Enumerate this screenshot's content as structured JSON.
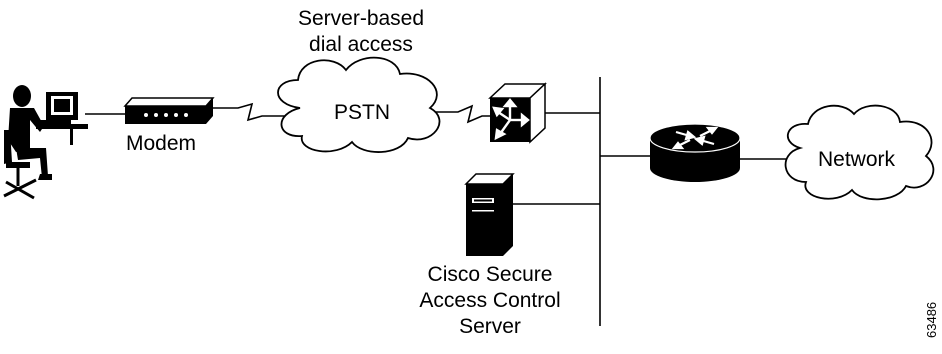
{
  "diagram": {
    "cloud_top_caption": [
      "Server-based",
      "dial access"
    ],
    "cloud_pstn_label": "PSTN",
    "cloud_network_label": "Network",
    "modem_label": "Modem",
    "server_caption": [
      "Cisco Secure",
      "Access Control",
      "Server"
    ],
    "figure_number": "63486"
  },
  "colors": {
    "ink": "#000000",
    "background": "#ffffff"
  },
  "icons": [
    "user-at-workstation-icon",
    "modem-icon",
    "cloud-icon",
    "access-server-icon",
    "router-icon",
    "server-tower-icon"
  ]
}
